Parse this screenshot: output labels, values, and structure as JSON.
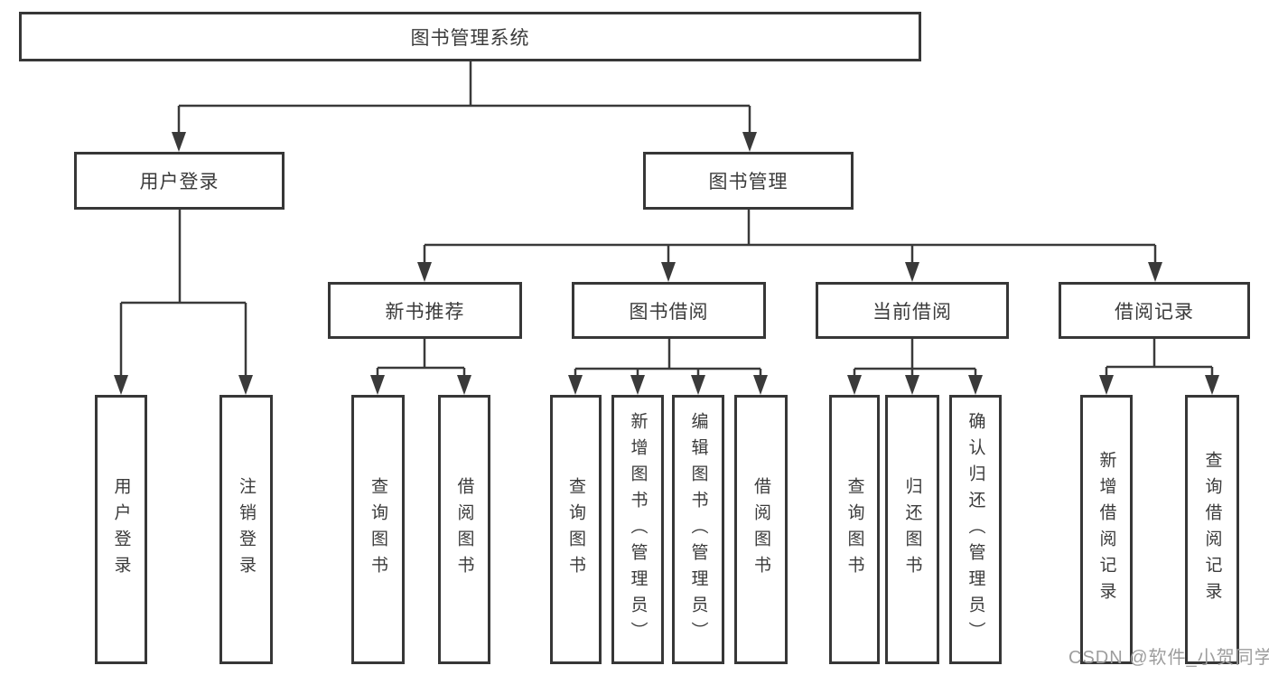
{
  "diagram": {
    "type": "hierarchy-flowchart",
    "colors": {
      "background": "#ffffff",
      "box_border": "#373737",
      "connector_line": "#3a3a3a",
      "text": "#3b3b3b",
      "watermark": "#9d9d9d"
    },
    "tree": {
      "root": {
        "label": "图书管理系统"
      },
      "level2": [
        {
          "label": "用户登录",
          "children": [
            {
              "label": "用户登录"
            },
            {
              "label": "注销登录"
            }
          ]
        },
        {
          "label": "图书管理",
          "children": [
            {
              "label": "新书推荐",
              "children": [
                {
                  "label": "查询图书"
                },
                {
                  "label": "借阅图书"
                }
              ]
            },
            {
              "label": "图书借阅",
              "children": [
                {
                  "label": "查询图书"
                },
                {
                  "label": "新增图书（管理员）"
                },
                {
                  "label": "编辑图书（管理员）"
                },
                {
                  "label": "借阅图书"
                }
              ]
            },
            {
              "label": "当前借阅",
              "children": [
                {
                  "label": "查询图书"
                },
                {
                  "label": "归还图书"
                },
                {
                  "label": "确认归还（管理员）"
                }
              ]
            },
            {
              "label": "借阅记录",
              "children": [
                {
                  "label": "新增借阅记录"
                },
                {
                  "label": "查询借阅记录"
                }
              ]
            }
          ]
        }
      ]
    },
    "watermark": {
      "text": "CSDN @软件_小贺同学"
    }
  }
}
